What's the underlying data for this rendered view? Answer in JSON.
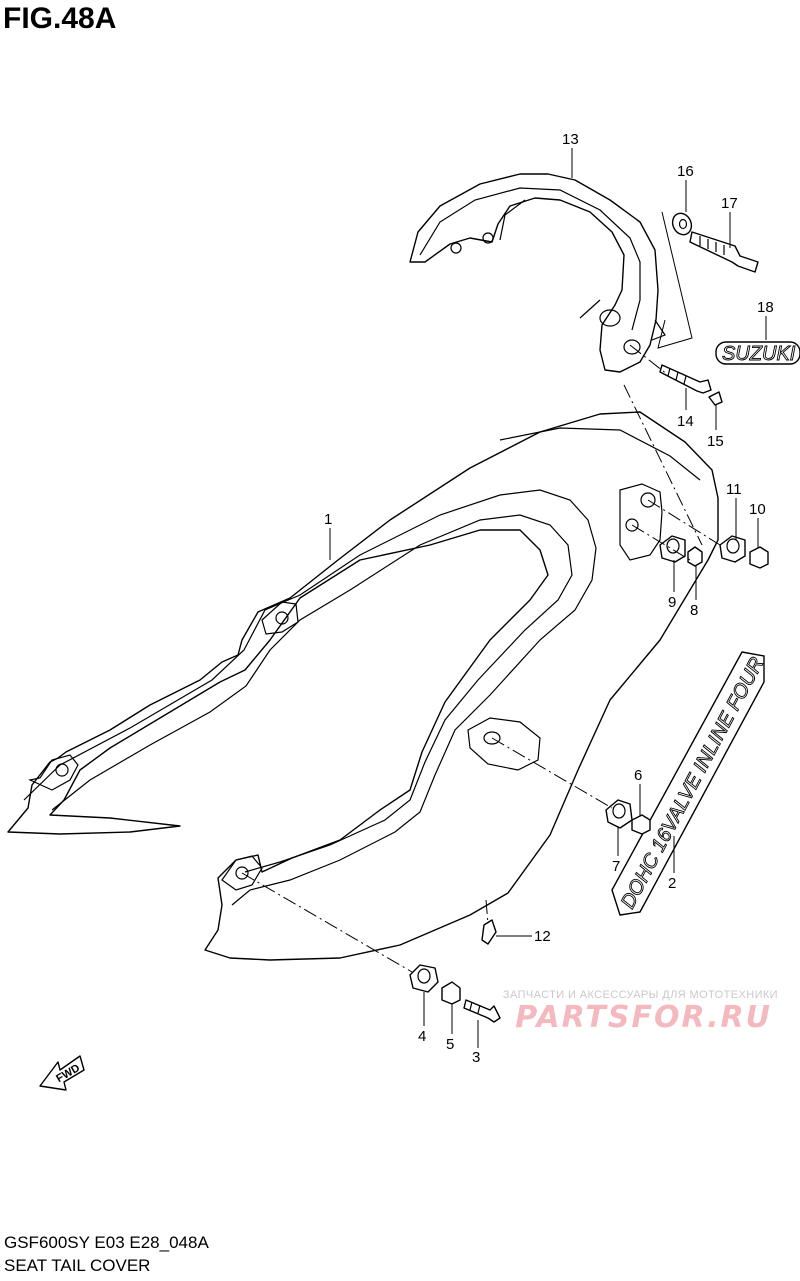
{
  "figure": {
    "title": "FIG.48A",
    "model_code": "GSF600SY E03 E28_048A",
    "section_name": "SEAT TAIL COVER"
  },
  "callouts": [
    {
      "id": "c1",
      "label": "1"
    },
    {
      "id": "c2",
      "label": "2"
    },
    {
      "id": "c3",
      "label": "3"
    },
    {
      "id": "c4",
      "label": "4"
    },
    {
      "id": "c5",
      "label": "5"
    },
    {
      "id": "c6",
      "label": "6"
    },
    {
      "id": "c7",
      "label": "7"
    },
    {
      "id": "c8",
      "label": "8"
    },
    {
      "id": "c9",
      "label": "9"
    },
    {
      "id": "c10",
      "label": "10"
    },
    {
      "id": "c11",
      "label": "11"
    },
    {
      "id": "c12",
      "label": "12"
    },
    {
      "id": "c13",
      "label": "13"
    },
    {
      "id": "c14",
      "label": "14"
    },
    {
      "id": "c15",
      "label": "15"
    },
    {
      "id": "c16",
      "label": "16"
    },
    {
      "id": "c17",
      "label": "17"
    },
    {
      "id": "c18",
      "label": "18"
    }
  ],
  "emblem_text": "SUZUKI",
  "decal_text": "DOHC 16VALVE INLINE FOUR",
  "fwd_label": "FWD",
  "watermark": {
    "tagline": "ЗАПЧАСТИ И АКСЕССУАРЫ ДЛЯ МОТОТЕХНИКИ",
    "site": "PARTSFOR.RU"
  }
}
